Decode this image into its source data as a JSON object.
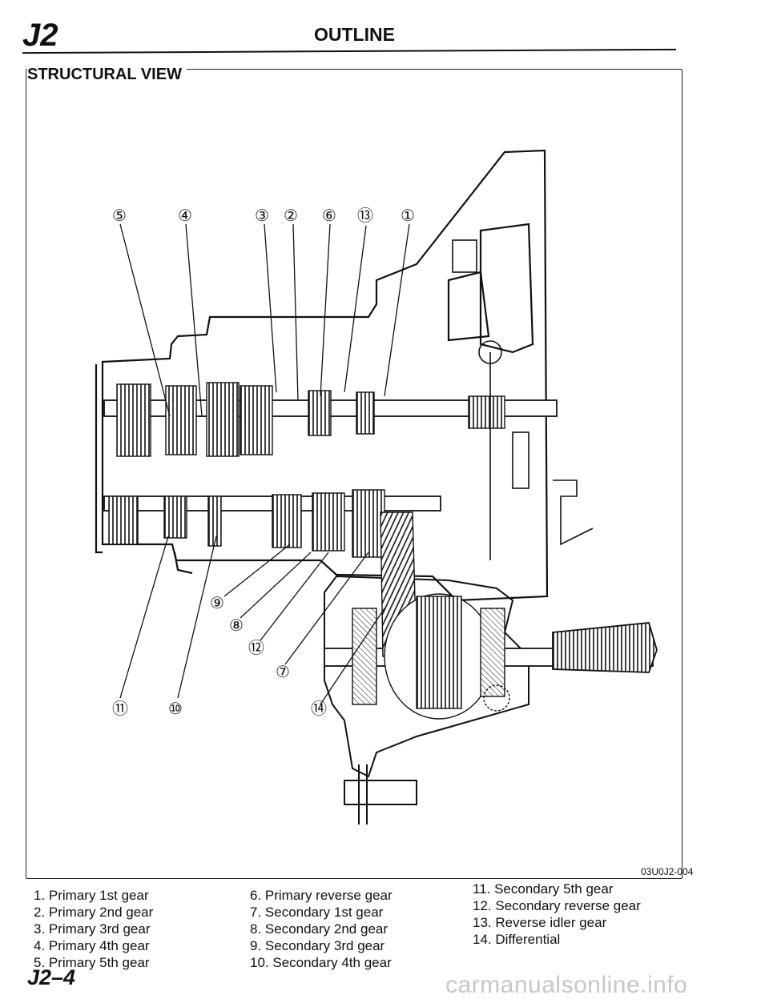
{
  "header": {
    "section_code": "J2",
    "title": "OUTLINE"
  },
  "view_title": "STRUCTURAL VIEW",
  "figure": {
    "code": "03U0J2-004",
    "callouts": [
      "⑤",
      "④",
      "③",
      "②",
      "⑥",
      "⑬",
      "①",
      "⑨",
      "⑧",
      "⑫",
      "⑦",
      "⑪",
      "⑩",
      "⑭"
    ]
  },
  "legend": {
    "col1": [
      "1. Primary 1st gear",
      "2. Primary 2nd gear",
      "3. Primary 3rd gear",
      "4. Primary 4th gear",
      "5. Primary 5th gear"
    ],
    "col2": [
      "6. Primary reverse gear",
      "7. Secondary 1st gear",
      "8. Secondary 2nd gear",
      "9. Secondary 3rd gear",
      "10. Secondary 4th gear"
    ],
    "col3": [
      "11. Secondary 5th gear",
      "12. Secondary reverse gear",
      "13. Reverse idler gear",
      "14. Differential"
    ]
  },
  "footer": {
    "page_number": "J2–4",
    "watermark": "carmanualsonline.info"
  }
}
